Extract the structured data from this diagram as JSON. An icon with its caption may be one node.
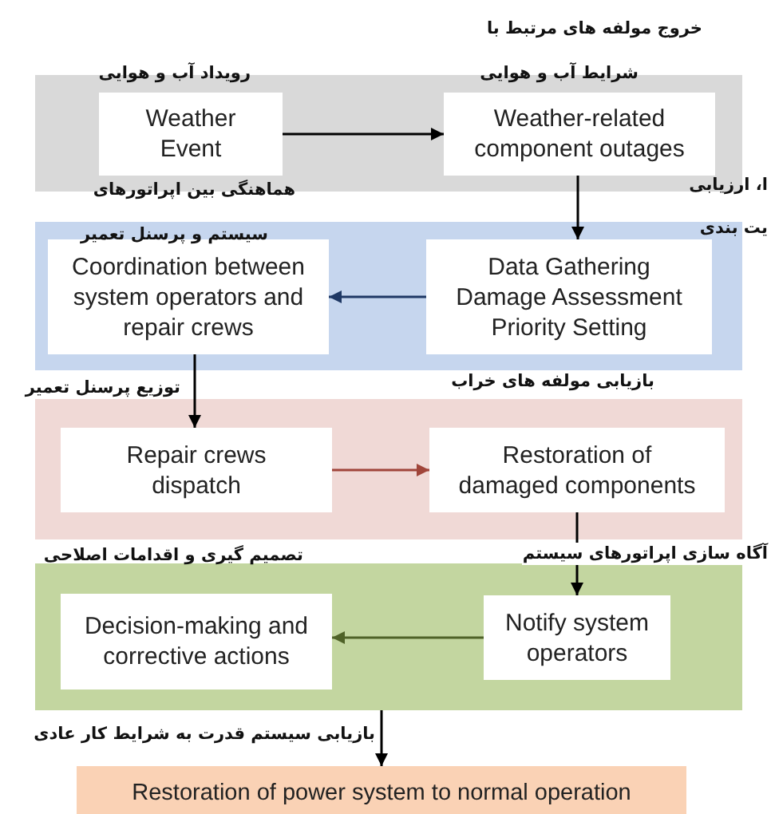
{
  "diagram": {
    "nodes": [
      {
        "text": [],
        "shape": "box"
      },
      {
        "text": [
          "Weather Event"
        ],
        "in": 0
      },
      {
        "text": [
          "Weather-related component outages"
        ],
        "in": 0
      },
      {
        "text": [],
        "shape": "box"
      },
      {
        "text": [
          "Coordination between system operators and repair crews"
        ],
        "in": 3
      },
      {
        "text": [
          "Data Gathering",
          "Damage Assessment",
          "Priority Setting"
        ],
        "in": 3
      },
      {
        "text": [],
        "shape": "box"
      },
      {
        "text": [
          "Repair crews dispatch"
        ],
        "in": 6
      },
      {
        "text": [
          "Restoration of damaged components"
        ],
        "in": 6
      },
      {
        "text": [],
        "shape": "box"
      },
      {
        "text": [
          "Decision-making and corrective actions"
        ],
        "in": 9
      },
      {
        "text": [
          "Notify system operators"
        ],
        "in": 9
      },
      {
        "text": [
          "Restoration of power system to normal operation"
        ]
      }
    ],
    "edges": [
      {
        "from": 1,
        "to": 2,
        "arrow": "to"
      },
      {
        "from": 2,
        "to": 5,
        "arrow": "to"
      },
      {
        "from": 5,
        "to": 4,
        "arrow": "to",
        "color": "#1f3864"
      },
      {
        "from": 4,
        "to": 7,
        "arrow": "to"
      },
      {
        "from": 7,
        "to": 8,
        "arrow": "to",
        "color": "#a0453a"
      },
      {
        "from": 8,
        "to": 11,
        "arrow": "to"
      },
      {
        "from": 11,
        "to": 10,
        "arrow": "to",
        "color": "#4f6228"
      },
      {
        "from": 9,
        "to": 12,
        "arrow": "to"
      }
    ],
    "labels": [
      "خروج مولفه های مرتبط با",
      "رویداد آب و هوایی",
      "شرایط آب و هوایی",
      "هماهنگی بین اپراتورهای",
      "ا، ارزیابی",
      "یت بندی",
      "سیستم و پرسنل تعمیر",
      "توزیع پرسنل تعمیر",
      "بازیابی مولفه های خراب",
      "تصمیم گیری و اقدامات اصلاحی",
      "آگاه سازی اپراتورهای سیستم",
      "بازیابی سیستم قدرت به شرایط کار عادی"
    ]
  }
}
